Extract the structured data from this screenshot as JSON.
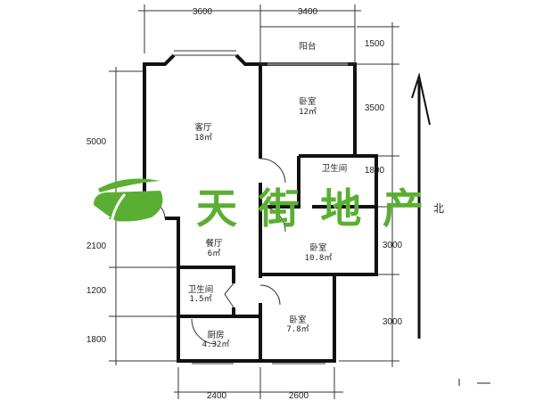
{
  "plan": {
    "rooms": [
      {
        "id": "living",
        "name": "客厅",
        "area": "18㎡"
      },
      {
        "id": "dining",
        "name": "餐厅",
        "area": "6㎡"
      },
      {
        "id": "balcony",
        "name": "阳台",
        "area": ""
      },
      {
        "id": "bed1",
        "name": "卧室",
        "area": "12㎡"
      },
      {
        "id": "wc2",
        "name": "卫生间",
        "area": ""
      },
      {
        "id": "bed2",
        "name": "卧室",
        "area": "10.8㎡"
      },
      {
        "id": "wc1",
        "name": "卫生间",
        "area": "1.5㎡"
      },
      {
        "id": "kitchen",
        "name": "厨房",
        "area": "4.32㎡"
      },
      {
        "id": "bed3",
        "name": "卧室",
        "area": "7.8㎡"
      }
    ],
    "dims_top": [
      "3600",
      "3400"
    ],
    "dims_bottom": [
      "2400",
      "2600"
    ],
    "dims_left": [
      "5000",
      "2100",
      "1200",
      "1800"
    ],
    "dims_right": [
      "1500",
      "3500",
      "1800",
      "3000",
      "3000"
    ],
    "north_label": "北"
  },
  "watermark": {
    "text": "天街地产",
    "color": "#5aaf32"
  },
  "colors": {
    "wall": "#111111",
    "line": "#333333"
  }
}
